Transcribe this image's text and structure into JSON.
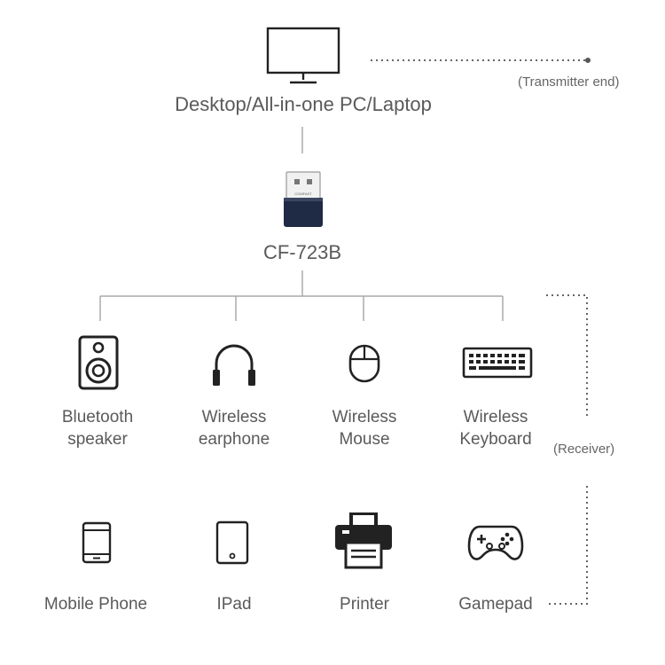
{
  "source": {
    "label": "Desktop/All-in-one PC/Laptop",
    "icon": "monitor-icon"
  },
  "transmitter_note": "(Transmitter end)",
  "adapter": {
    "label": "CF-723B",
    "icon": "usb-dongle-icon",
    "brand_text": "COMFAST"
  },
  "receiver_note": "(Receiver)",
  "row1": [
    {
      "line1": "Bluetooth",
      "line2": "speaker",
      "icon": "speaker-icon"
    },
    {
      "line1": "Wireless",
      "line2": "earphone",
      "icon": "headphones-icon"
    },
    {
      "line1": "Wireless",
      "line2": "Mouse",
      "icon": "mouse-icon"
    },
    {
      "line1": "Wireless",
      "line2": "Keyboard",
      "icon": "keyboard-icon"
    }
  ],
  "row2": [
    {
      "label": "Mobile Phone",
      "icon": "mobile-phone-icon"
    },
    {
      "label": "IPad",
      "icon": "tablet-icon"
    },
    {
      "label": "Printer",
      "icon": "printer-icon"
    },
    {
      "label": "Gamepad",
      "icon": "gamepad-icon"
    }
  ],
  "colors": {
    "icon_stroke": "#222222",
    "line": "#aaaaaa",
    "dotted": "#666666",
    "dongle_body": "#1f2a44"
  }
}
